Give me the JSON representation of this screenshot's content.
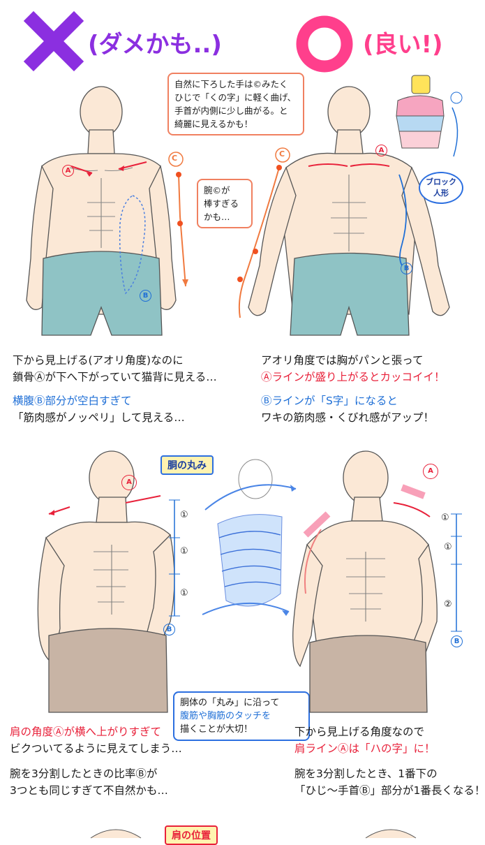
{
  "header": {
    "bad_label": "(ダメかも..)",
    "good_label": "(良い!)"
  },
  "top_section": {
    "callout_top": [
      "自然に下ろした手は©みたく",
      "ひじで「くの字」に軽く曲げ、",
      "手首が内側に少し曲がる。と",
      "綺麗に見えるかも！"
    ],
    "callout_arm": [
      "腕©が",
      "棒すぎる",
      "かも…"
    ],
    "block_label": [
      "ブロック",
      "人形"
    ],
    "marker_a": "A",
    "marker_b": "B",
    "marker_c": "C",
    "left_caption": {
      "line1": "下から見上げる(アオリ角度)なのに",
      "line2": "鎖骨Ⓐが下へ下がっていて猫背に見える…",
      "line3": "横腹Ⓑ部分が空白すぎて",
      "line4": "「筋肉感がノッペリ」して見える…"
    },
    "right_caption": {
      "line1": "アオリ角度では胸がパンと張って",
      "line2": "Ⓐラインが盛り上がるとカッコイイ！",
      "line3": "Ⓑラインが「S字」になると",
      "line4": "ワキの筋肉感・くびれ感がアップ！"
    }
  },
  "middle_section": {
    "torso_tag": "胴の丸み",
    "center_callout": [
      "胴体の「丸み」に沿って",
      "腹筋や胸筋のタッチを",
      "描くことが大切！"
    ],
    "ratio_left": [
      "①",
      "①",
      "①"
    ],
    "ratio_right": [
      "①",
      "①",
      "②"
    ],
    "left_caption": {
      "line1": "肩の角度Ⓐが横へ上がりすぎて",
      "line2": "ビクついてるように見えてしまう…",
      "line3": "腕を3分割したときの比率Ⓑが",
      "line4": "3つとも同じすぎて不自然かも…"
    },
    "right_caption": {
      "line1": "下から見上げる角度なので",
      "line2": "肩ラインⒶは「ハの字」に！",
      "line3": "腕を3分割したとき、1番下の",
      "line4": "「ひじ～手首Ⓑ」部分が1番長くなる！"
    }
  },
  "bottom_section": {
    "shoulder_tag": "肩の位置"
  },
  "colors": {
    "bad_mark": "#8b2fe0",
    "good_mark": "#ff3f8c",
    "accent_red": "#e8213a",
    "accent_blue": "#1f6fd6",
    "pants_teal": "#8fc3c5",
    "pants_brown": "#c8b4a5",
    "skin": "#fbe8d6"
  }
}
